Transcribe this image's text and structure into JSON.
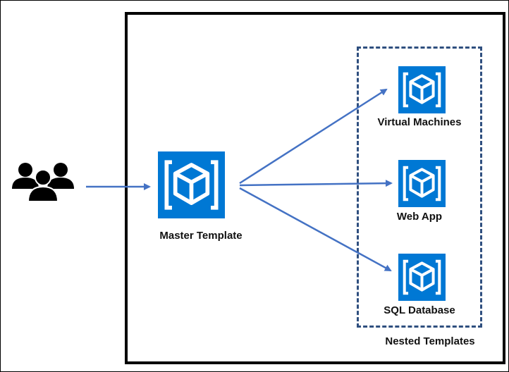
{
  "nodes": {
    "master": {
      "label": "Master Template",
      "icon": "template-cube-icon"
    },
    "virtual_machines": {
      "label": "Virtual Machines",
      "icon": "template-cube-icon"
    },
    "web_app": {
      "label": "Web App",
      "icon": "template-cube-icon"
    },
    "sql_database": {
      "label": "SQL Database",
      "icon": "template-cube-icon"
    },
    "users": {
      "icon": "users-group-icon"
    }
  },
  "groups": {
    "nested": {
      "label": "Nested Templates"
    }
  },
  "colors": {
    "icon_blue": "#0078d4",
    "arrow": "#4472c4",
    "dashed_border": "#2f4f7f"
  }
}
